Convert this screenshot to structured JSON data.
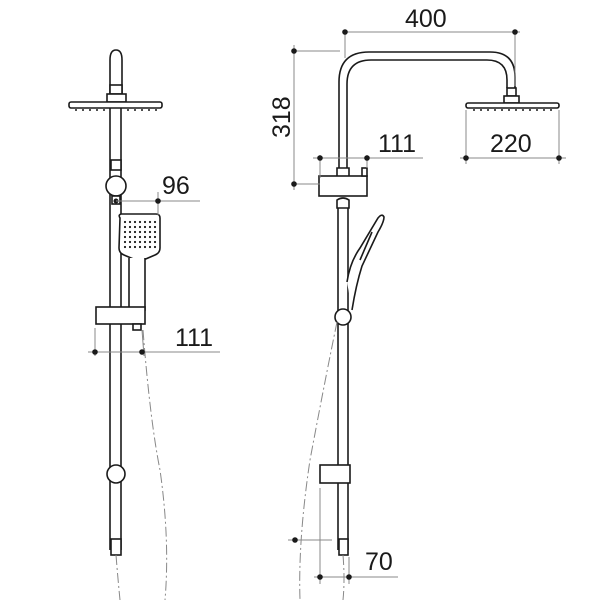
{
  "drawing": {
    "title": "Shower set dimension drawing",
    "views": [
      {
        "name": "front-view"
      },
      {
        "name": "side-view"
      }
    ],
    "dimensions": {
      "front_handshower_offset": "96",
      "front_rail_bracket_offset": "111",
      "side_arm_reach": "400",
      "side_arm_height": "318",
      "side_diverter_offset": "111",
      "side_head_diameter": "220",
      "side_bottom_bracket_offset": "70"
    },
    "colors": {
      "line": "#1a1a1a",
      "dimension_line": "#888888",
      "background": "#ffffff"
    }
  }
}
